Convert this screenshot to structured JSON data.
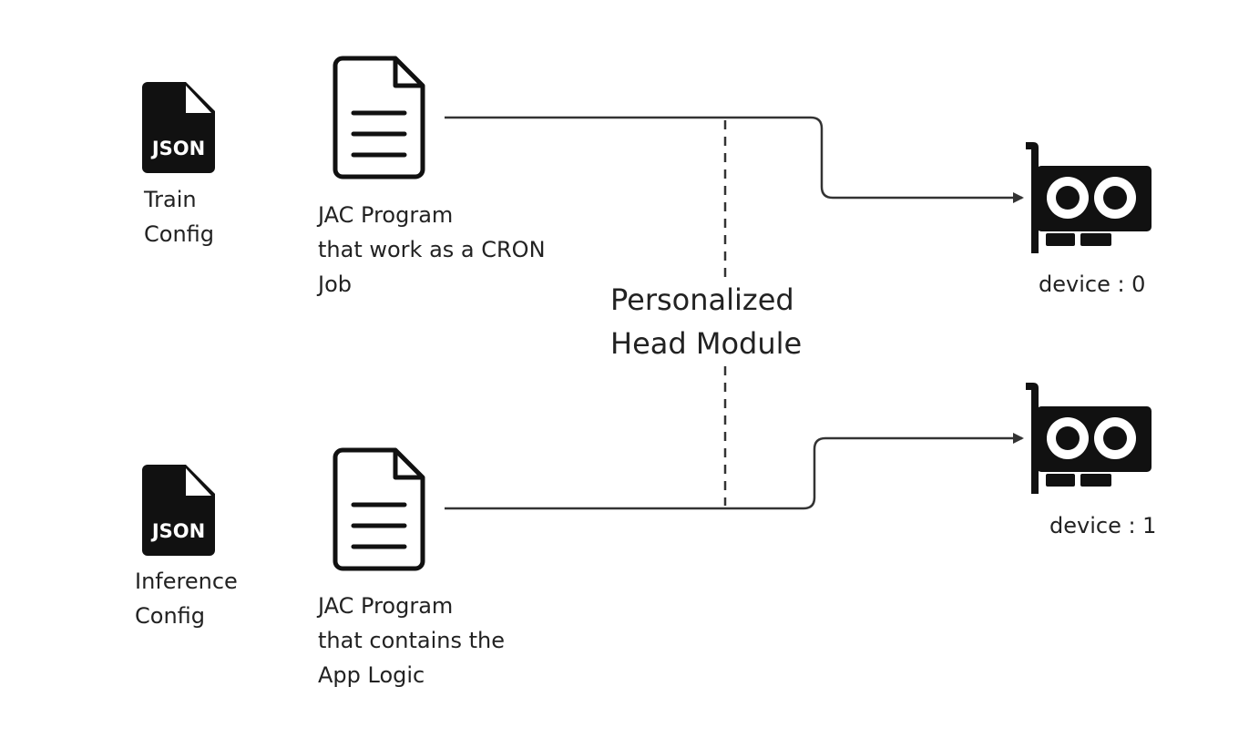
{
  "colors": {
    "icon": "#111111",
    "line": "#333333",
    "text": "#222222",
    "background": "#ffffff"
  },
  "configs": [
    {
      "icon": "json-file-icon",
      "badge": "JSON",
      "lines": [
        "Train",
        "Config"
      ]
    },
    {
      "icon": "json-file-icon",
      "badge": "JSON",
      "lines": [
        "Inference",
        "Config"
      ]
    }
  ],
  "programs": [
    {
      "icon": "document-icon",
      "lines": [
        "JAC Program",
        "that work as a CRON",
        "Job"
      ]
    },
    {
      "icon": "document-icon",
      "lines": [
        "JAC Program",
        "that contains the",
        "App Logic"
      ]
    }
  ],
  "head_module": {
    "lines": [
      "Personalized",
      "Head Module"
    ]
  },
  "devices": [
    {
      "icon": "gpu-card-icon",
      "label": "device : 0"
    },
    {
      "icon": "gpu-card-icon",
      "label": "device : 1"
    }
  ]
}
